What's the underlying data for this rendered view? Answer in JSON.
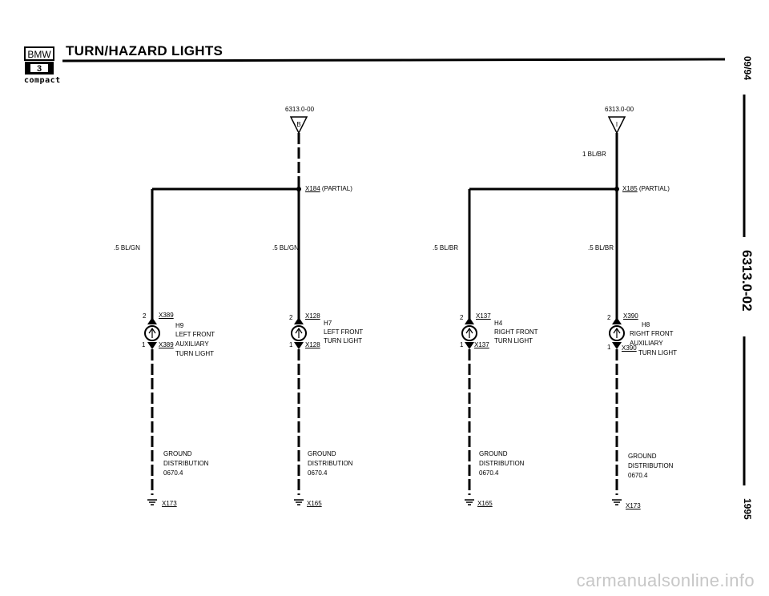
{
  "header": {
    "brand": "BMW",
    "model_badge": "3",
    "series": "compact",
    "title": "TURN/HAZARD LIGHTS"
  },
  "side": {
    "date": "09/94",
    "page_code": "6313.0-02",
    "year": "1995"
  },
  "circuits": [
    {
      "source_ref": "6313.0-00",
      "source_letter": "B",
      "splice": "X184",
      "splice_note": "(PARTIAL)",
      "feed_wire": "",
      "branches": [
        {
          "wire": ".5 BL/GN",
          "conn_top_pin": "2",
          "conn_top": "X389",
          "conn_bot_pin": "1",
          "conn_bot": "X389",
          "lamp_id": "H9",
          "lamp_lines": [
            "LEFT FRONT",
            "AUXILIARY",
            "TURN LIGHT"
          ],
          "ground_lines": [
            "GROUND",
            "DISTRIBUTION",
            "0670.4"
          ],
          "ground_ref": "X173"
        },
        {
          "wire": ".5 BL/GN",
          "conn_top_pin": "2",
          "conn_top": "X128",
          "conn_bot_pin": "1",
          "conn_bot": "X128",
          "lamp_id": "H7",
          "lamp_lines": [
            "LEFT FRONT",
            "TURN LIGHT"
          ],
          "ground_lines": [
            "GROUND",
            "DISTRIBUTION",
            "0670.4"
          ],
          "ground_ref": "X165"
        }
      ]
    },
    {
      "source_ref": "6313.0-00",
      "source_letter": "I",
      "splice": "X185",
      "splice_note": "(PARTIAL)",
      "feed_wire": "1 BL/BR",
      "branches": [
        {
          "wire": ".5 BL/BR",
          "conn_top_pin": "2",
          "conn_top": "X137",
          "conn_bot_pin": "1",
          "conn_bot": "X137",
          "lamp_id": "H4",
          "lamp_lines": [
            "RIGHT FRONT",
            "TURN LIGHT"
          ],
          "ground_lines": [
            "GROUND",
            "DISTRIBUTION",
            "0670.4"
          ],
          "ground_ref": "X165"
        },
        {
          "wire": ".5 BL/BR",
          "conn_top_pin": "2",
          "conn_top": "X390",
          "conn_bot_pin": "1",
          "conn_bot": "X390",
          "lamp_id": "H8",
          "lamp_lines": [
            "RIGHT FRONT",
            "AUXILIARY",
            "TURN LIGHT"
          ],
          "ground_lines": [
            "GROUND",
            "DISTRIBUTION",
            "0670.4"
          ],
          "ground_ref": "X173"
        }
      ]
    }
  ],
  "watermark": "carmanualsonline.info"
}
